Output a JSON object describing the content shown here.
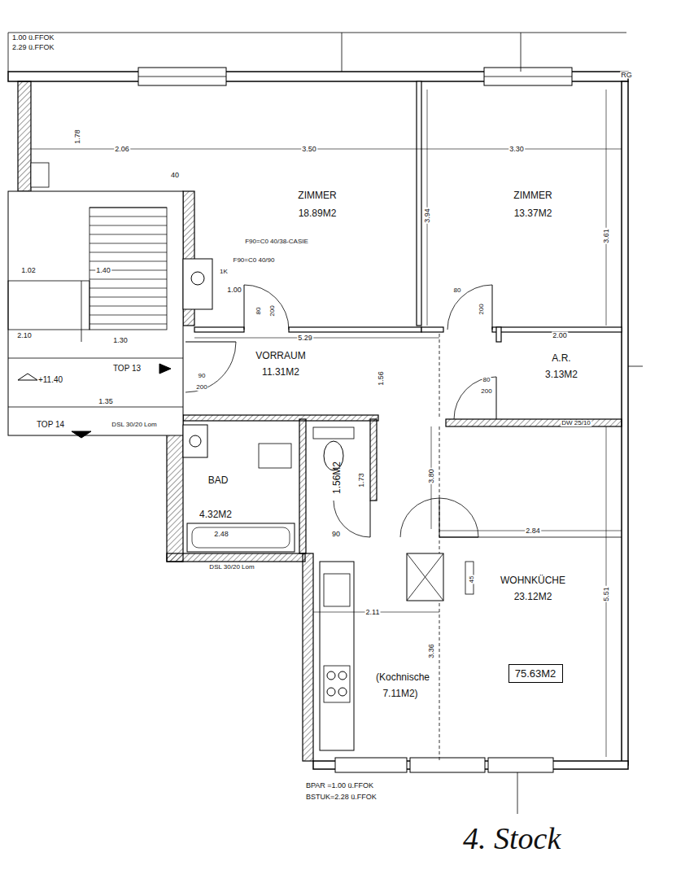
{
  "diagram": {
    "nodes": [
      {
        "text": [
          "ZIMMER",
          "18.89M2"
        ]
      },
      {
        "text": [
          "ZIMMER",
          "13.37M2"
        ]
      },
      {
        "text": [
          "VORRAUM",
          "11.31M2"
        ]
      },
      {
        "text": [
          "A.R.",
          "3.13M2"
        ]
      },
      {
        "text": [
          "BAD",
          "4.32M2"
        ]
      },
      {
        "text": [
          "1.56M2"
        ]
      },
      {
        "text": [
          "WOHNKÜCHE",
          "23.12M2"
        ]
      },
      {
        "text": [
          "(Kochnische",
          "7.11M2)"
        ]
      },
      {
        "text": [
          "75.63M2"
        ],
        "in": 6
      }
    ],
    "labels": [
      "1.00 ü.FFOK",
      "2.29 ü.FFOK",
      "RG",
      "2.06",
      "3.50",
      "3.30",
      "1.78",
      "3.94",
      "3.61",
      "40",
      "F90=C0 40/38-CASIE",
      "F90=C0 40/90",
      "1K",
      "1.00",
      "80",
      "200",
      "80",
      "200",
      "1.02",
      "1.40",
      "2.10",
      "1.30",
      "TOP 13",
      "+11.40",
      "1.35",
      "TOP 14",
      "5.29",
      "2.00",
      "1.56",
      "90",
      "200",
      "80",
      "200",
      "DW 25/10",
      "3.80",
      "2.48",
      "90",
      "1.73",
      "2.84",
      "5.51",
      "2.11",
      "3.36",
      "45",
      "DSL 30/20 Lom",
      "DSL 30/20 Lom",
      "BPAR =1.00 ü.FFOK",
      "BSTUK=2.28 ü.FFOK",
      "4. Stock"
    ]
  }
}
